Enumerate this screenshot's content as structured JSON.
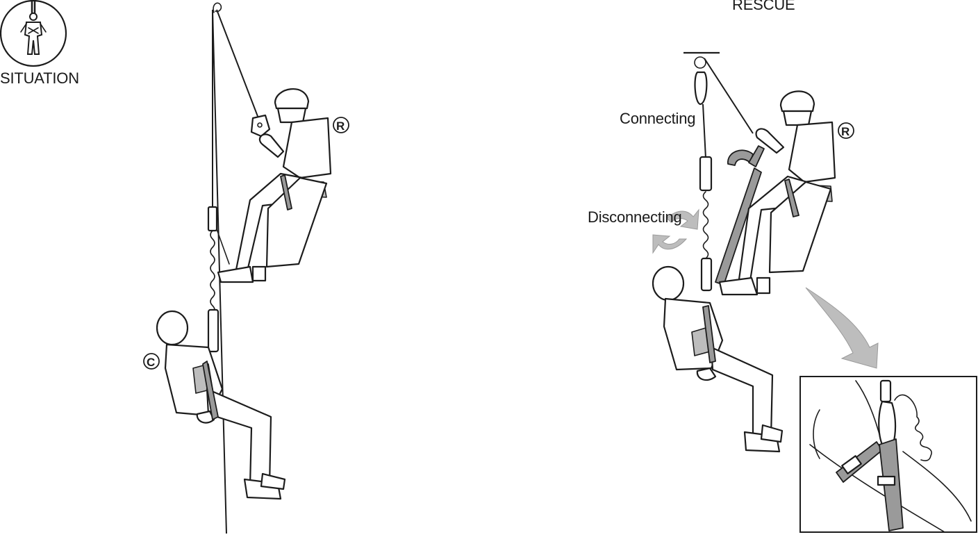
{
  "labels": {
    "situation": "SITUATION",
    "rescue": "RESCUE",
    "connecting": "Connecting",
    "disconnecting": "Disconnecting"
  },
  "badges": {
    "rescuer_left": "R",
    "casualty_left": "C",
    "rescuer_right": "R"
  },
  "icons": [
    "person-suspended-icon"
  ],
  "colors": {
    "ink": "#1c1c1c",
    "strap": "#9a9a9a",
    "arrow": "#bdbdbd",
    "background": "#ffffff"
  }
}
